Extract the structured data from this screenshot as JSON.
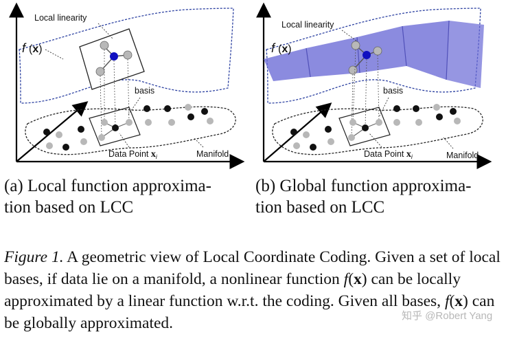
{
  "panel_a": {
    "label_local_linearity": "Local linearity",
    "label_fx": "f(x)",
    "label_basis": "basis",
    "label_data_point": "Data Point",
    "label_data_point_symbol": "x",
    "label_data_point_subscript": "i",
    "label_manifold": "Manifold",
    "subcaption_line1": "(a)  Local  function  approxima-",
    "subcaption_line2": "tion based on LCC"
  },
  "panel_b": {
    "label_local_linearity": "Local linearity",
    "label_fx": "f(x)",
    "label_basis": "basis",
    "label_data_point": "Data Point",
    "label_data_point_symbol": "x",
    "label_data_point_subscript": "i",
    "label_manifold": "Manifold",
    "subcaption_line1": "(b) Global function approxima-",
    "subcaption_line2": "tion based on LCC"
  },
  "caption": {
    "figure_label": "Figure 1.",
    "text_1": " A geometric view of Local Coordinate Coding. Given a set of local bases, if data lie on a manifold, a nonlinear function ",
    "fx_f": "f",
    "fx_x": "x",
    "text_2": " can be locally approximated by a linear function w.r.t. the coding. Given all bases, ",
    "text_3": " can be globally approximated."
  },
  "watermark": "知乎 @Robert Yang",
  "colors": {
    "basis_blue": "#1010c0",
    "surface_fill": "#6a6ad6",
    "dashed_blue": "#2a3fa0",
    "black_point": "#111111",
    "gray_point": "#b8b8b8"
  }
}
